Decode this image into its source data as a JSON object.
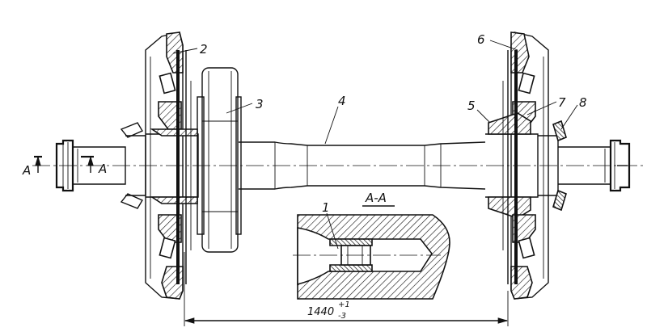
{
  "labels": {
    "part_1": "1",
    "part_2": "2",
    "part_3": "3",
    "part_4": "4",
    "part_5": "5",
    "part_6": "6",
    "part_7": "7",
    "part_8": "8"
  },
  "section": {
    "title": "A-A",
    "marker_left": "A",
    "marker_inner": "A"
  },
  "dimension": {
    "value": "1440",
    "upper_tolerance": "+1",
    "lower_tolerance": "-3"
  }
}
